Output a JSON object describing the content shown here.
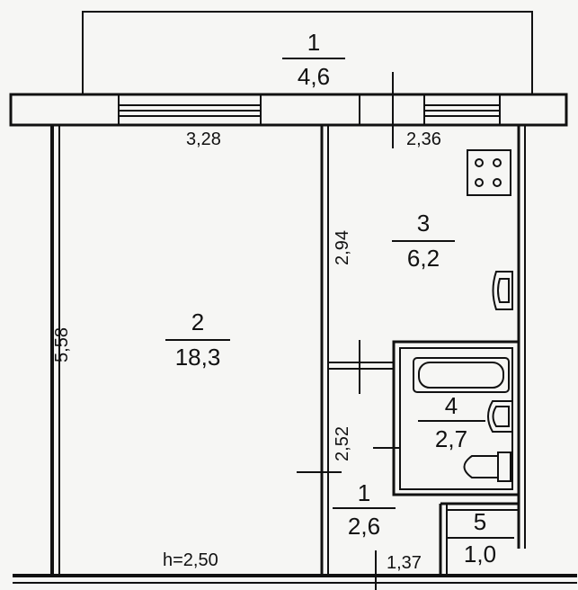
{
  "rooms": [
    {
      "number": "1",
      "area": "4,6"
    },
    {
      "number": "2",
      "area": "18,3"
    },
    {
      "number": "3",
      "area": "6,2"
    },
    {
      "number": "4",
      "area": "2,7"
    },
    {
      "number": "1",
      "area": "2,6"
    },
    {
      "number": "5",
      "area": "1,0"
    }
  ],
  "dimensions": {
    "room2_width": "3,28",
    "room3_width": "2,36",
    "room2_length": "5,58",
    "room3_length": "2,94",
    "hall_length": "2,52",
    "hall_width": "1,37",
    "ceiling_height": "h=2,50"
  },
  "fixtures": [
    "stove-icon",
    "kitchen-sink-icon",
    "bathtub-icon",
    "washbasin-icon",
    "toilet-icon"
  ],
  "colors": {
    "lines": "#111111",
    "paper": "#f6f6f4"
  }
}
